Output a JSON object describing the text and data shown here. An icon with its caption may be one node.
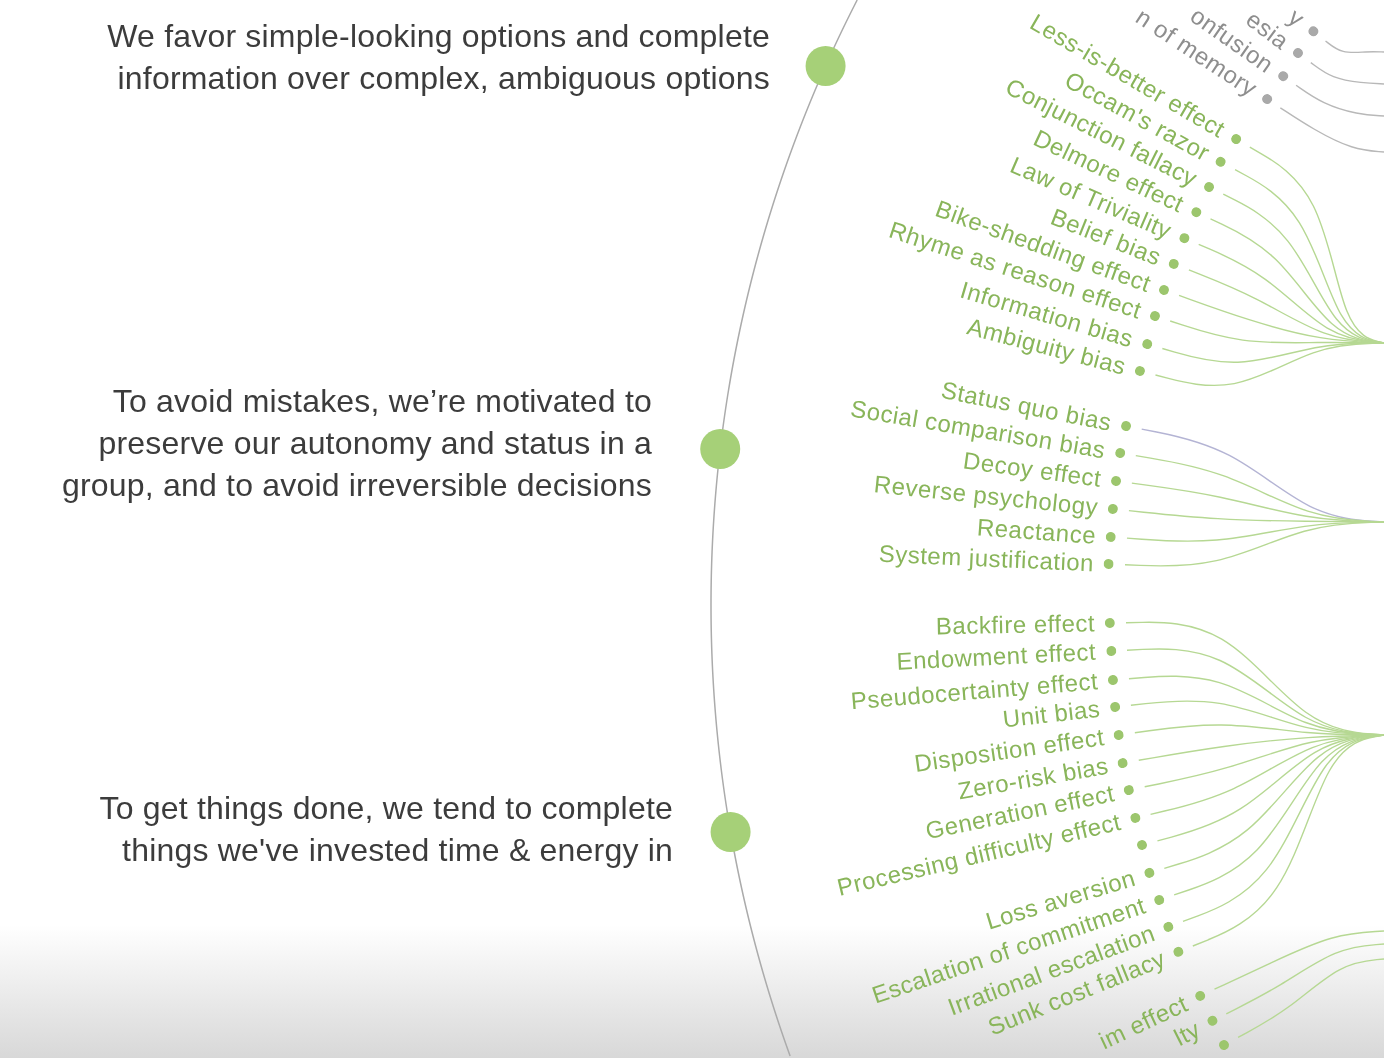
{
  "diagram": {
    "nodes": [
      {
        "text": [
          "y"
        ]
      },
      {
        "text": [
          "esia"
        ]
      },
      {
        "text": [
          "onfusion"
        ]
      },
      {
        "text": [
          "n of memory"
        ]
      },
      {
        "text": [
          "Less-is-better effect"
        ]
      },
      {
        "text": [
          "Occam's razor"
        ]
      },
      {
        "text": [
          "Conjunction fallacy"
        ]
      },
      {
        "text": [
          "Delmore effect"
        ]
      },
      {
        "text": [
          "Law of Triviality"
        ]
      },
      {
        "text": [
          "Belief bias"
        ]
      },
      {
        "text": [
          "Bike-shedding effect"
        ]
      },
      {
        "text": [
          "Rhyme as reason effect"
        ]
      },
      {
        "text": [
          "Information bias"
        ]
      },
      {
        "text": [
          "Ambiguity bias"
        ]
      },
      {
        "text": [
          "Status quo bias"
        ]
      },
      {
        "text": [
          "Social comparison bias"
        ]
      },
      {
        "text": [
          "Decoy effect"
        ]
      },
      {
        "text": [
          "Reverse psychology"
        ]
      },
      {
        "text": [
          "Reactance"
        ]
      },
      {
        "text": [
          "System justification"
        ]
      },
      {
        "text": [
          "Backfire effect"
        ]
      },
      {
        "text": [
          "Endowment effect"
        ]
      },
      {
        "text": [
          "Pseudocertainty effect"
        ]
      },
      {
        "text": [
          "Unit bias"
        ]
      },
      {
        "text": [
          "Disposition effect"
        ]
      },
      {
        "text": [
          "Zero-risk bias"
        ]
      },
      {
        "text": [
          "Generation effect"
        ]
      },
      {
        "text": [
          "Processing difficulty effect"
        ]
      },
      {
        "text": [],
        "shape": "circle"
      },
      {
        "text": [
          "Loss aversion"
        ]
      },
      {
        "text": [
          "Escalation of commitment"
        ]
      },
      {
        "text": [
          "Irrational escalation"
        ]
      },
      {
        "text": [
          "Sunk cost fallacy"
        ]
      },
      {
        "text": [
          "im effect"
        ]
      },
      {
        "text": [
          "lty"
        ]
      },
      {
        "text": [],
        "shape": "circle"
      }
    ],
    "edges": [
      {
        "from": 0,
        "to": null,
        "arrow": "none",
        "color": "#b8b8b8"
      },
      {
        "from": 1,
        "to": null,
        "arrow": "none",
        "color": "#b8b8b8"
      },
      {
        "from": 2,
        "to": null,
        "arrow": "none",
        "color": "#b8b8b8"
      },
      {
        "from": 3,
        "to": null,
        "arrow": "none",
        "color": "#b8b8b8"
      },
      {
        "from": 4,
        "to": null,
        "arrow": "none"
      },
      {
        "from": 5,
        "to": null,
        "arrow": "none"
      },
      {
        "from": 6,
        "to": null,
        "arrow": "none"
      },
      {
        "from": 7,
        "to": null,
        "arrow": "none"
      },
      {
        "from": 8,
        "to": null,
        "arrow": "none"
      },
      {
        "from": 9,
        "to": null,
        "arrow": "none"
      },
      {
        "from": 10,
        "to": null,
        "arrow": "none"
      },
      {
        "from": 11,
        "to": null,
        "arrow": "none"
      },
      {
        "from": 12,
        "to": null,
        "arrow": "none"
      },
      {
        "from": 13,
        "to": null,
        "arrow": "none"
      },
      {
        "from": 14,
        "to": null,
        "arrow": "none",
        "color": "#b4b4d4"
      },
      {
        "from": 15,
        "to": null,
        "arrow": "none"
      },
      {
        "from": 16,
        "to": null,
        "arrow": "none"
      },
      {
        "from": 17,
        "to": null,
        "arrow": "none"
      },
      {
        "from": 18,
        "to": null,
        "arrow": "none"
      },
      {
        "from": 19,
        "to": null,
        "arrow": "none"
      },
      {
        "from": 20,
        "to": null,
        "arrow": "none"
      },
      {
        "from": 21,
        "to": null,
        "arrow": "none"
      },
      {
        "from": 22,
        "to": null,
        "arrow": "none"
      },
      {
        "from": 23,
        "to": null,
        "arrow": "none"
      },
      {
        "from": 24,
        "to": null,
        "arrow": "none"
      },
      {
        "from": 25,
        "to": null,
        "arrow": "none"
      },
      {
        "from": 26,
        "to": null,
        "arrow": "none"
      },
      {
        "from": 27,
        "to": null,
        "arrow": "none"
      },
      {
        "from": 28,
        "to": null,
        "arrow": "none"
      },
      {
        "from": 29,
        "to": null,
        "arrow": "none"
      },
      {
        "from": 30,
        "to": null,
        "arrow": "none"
      },
      {
        "from": 31,
        "to": null,
        "arrow": "none"
      },
      {
        "from": 32,
        "to": null,
        "arrow": "none"
      },
      {
        "from": 33,
        "to": null,
        "arrow": "none"
      },
      {
        "from": 34,
        "to": null,
        "arrow": "none"
      },
      {
        "from": 35,
        "to": null,
        "arrow": "none"
      }
    ],
    "labels": [
      "We favor simple-looking options and complete information over complex, ambiguous options",
      "To avoid mistakes, we’re motivated to preserve our autonomy and status in a group, and to avoid irreversible decisions",
      "To get things done, we tend to complete things we've invested time & energy in"
    ]
  }
}
